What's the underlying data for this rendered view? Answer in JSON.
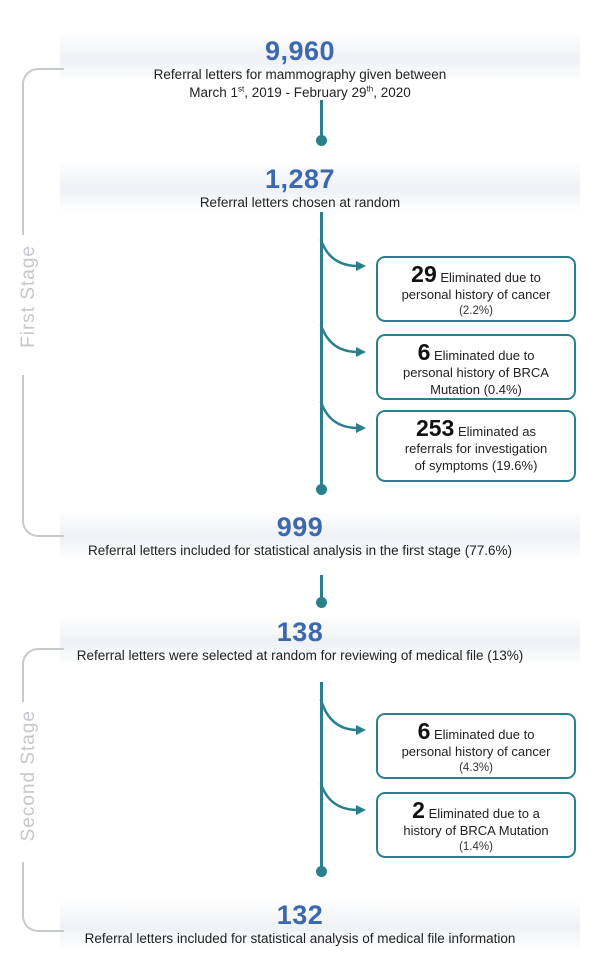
{
  "stages": {
    "first": "First Stage",
    "second": "Second Stage"
  },
  "nodes": {
    "n1": {
      "number": "9,960",
      "line1": "Referral letters for mammography given between",
      "line2_a": "March 1",
      "line2_sup_a": "st",
      "line2_b": ", 2019 - February 29",
      "line2_sup_b": "th",
      "line2_c": ", 2020"
    },
    "n2": {
      "number": "1,287",
      "text": "Referral letters chosen at random"
    },
    "n3": {
      "number": "999",
      "text": "Referral letters included for statistical analysis in the first stage (77.6%)"
    },
    "n4": {
      "number": "138",
      "text": "Referral letters were selected at random for reviewing of medical file (13%)"
    },
    "n5": {
      "number": "132",
      "text": "Referral letters included for statistical analysis of medical file information"
    }
  },
  "eliminations": [
    {
      "count": "29",
      "line1": "Eliminated due to",
      "line2": "personal history of cancer",
      "pct": "(2.2%)"
    },
    {
      "count": "6",
      "line1": "Eliminated due to",
      "line2": "personal history of BRCA",
      "line3": "Mutation (0.4%)"
    },
    {
      "count": "253",
      "line1": "Eliminated as",
      "line2": "referrals for investigation",
      "line3": "of symptoms (19.6%)"
    },
    {
      "count": "6",
      "line1": "Eliminated due to",
      "line2": "personal history of cancer",
      "pct": "(4.3%)"
    },
    {
      "count": "2",
      "line1": "Eliminated due to a",
      "line2": "history of BRCA Mutation",
      "pct": "(1.4%)"
    }
  ],
  "colors": {
    "accent": "#2a7f8c",
    "number": "#3c68ad",
    "bracket": "#c7cacd"
  }
}
